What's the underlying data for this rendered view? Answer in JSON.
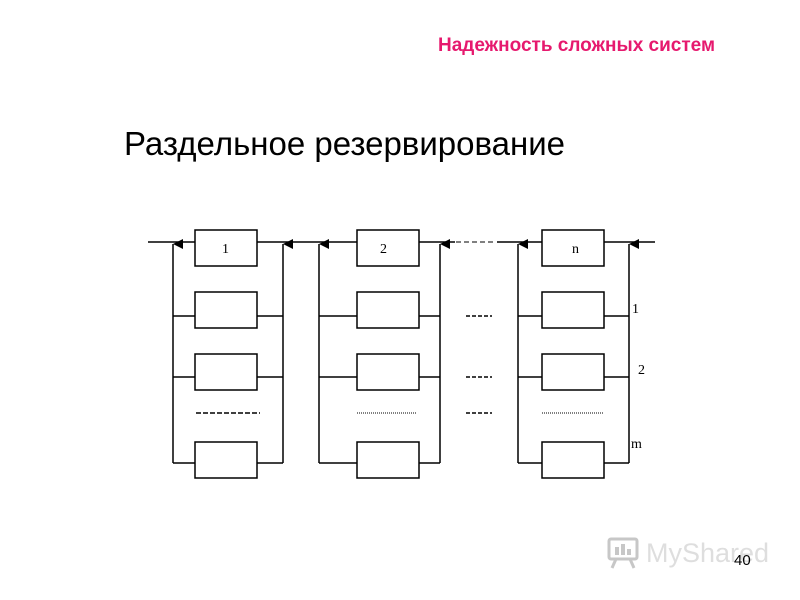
{
  "slide": {
    "header": "Надежность сложных систем",
    "title": "Раздельное резервирование",
    "page_number": "40"
  },
  "diagram": {
    "groups": [
      {
        "label": "1"
      },
      {
        "label": "2"
      },
      {
        "label": "n"
      }
    ],
    "levels": [
      {
        "label": "1"
      },
      {
        "label": "2"
      },
      {
        "label": "m"
      }
    ]
  },
  "watermark": {
    "text": "MyShared",
    "icon": "presentation-board-icon"
  }
}
